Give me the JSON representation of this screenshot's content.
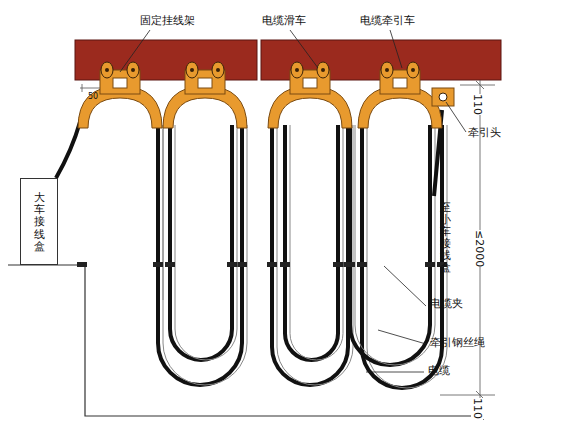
{
  "diagram": {
    "nodes": [
      {
        "text": [
          "大车接线盒"
        ]
      }
    ],
    "labels": [
      "固定挂线架",
      "电缆滑车",
      "电缆牵引车",
      "牵引头",
      "至小车接线盒",
      "电缆夹",
      "牵引钢丝绳",
      "电缆",
      "110",
      "≤2000",
      "110",
      "50"
    ]
  }
}
